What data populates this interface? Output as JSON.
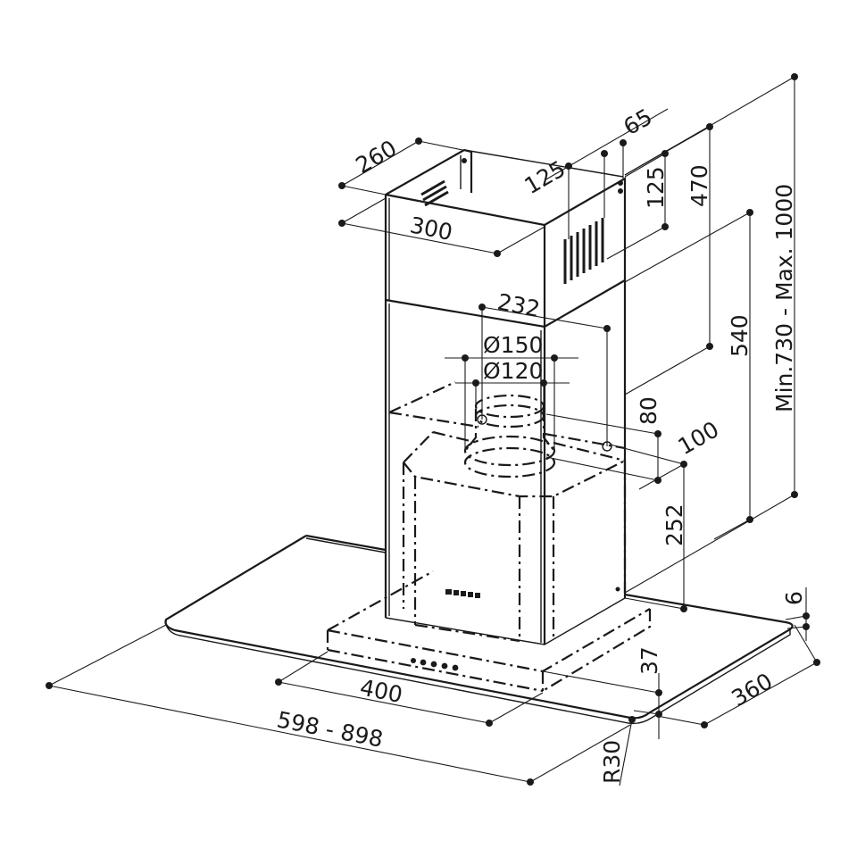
{
  "dimensions": {
    "chimney_depth": "260",
    "chimney_width": "300",
    "vent_offset": "125",
    "bracket_gap": "65",
    "vent_height": "125",
    "upper_chimney_height": "470",
    "lower_height": "540",
    "outlet_offset": "232",
    "outlet_outer_diameter": "Ø150",
    "outlet_inner_diameter": "Ø120",
    "outlet_spacing": "80",
    "bracket_distance": "100",
    "body_height": "252",
    "glass_thickness": "6",
    "control_depth": "37",
    "glass_depth": "360",
    "motor_width": "400",
    "glass_width": "598 - 898",
    "corner_radius": "R30",
    "total_height": "Min.730 - Max. 1000"
  },
  "colors": {
    "line": "#1a1a1a",
    "background": "#ffffff"
  }
}
